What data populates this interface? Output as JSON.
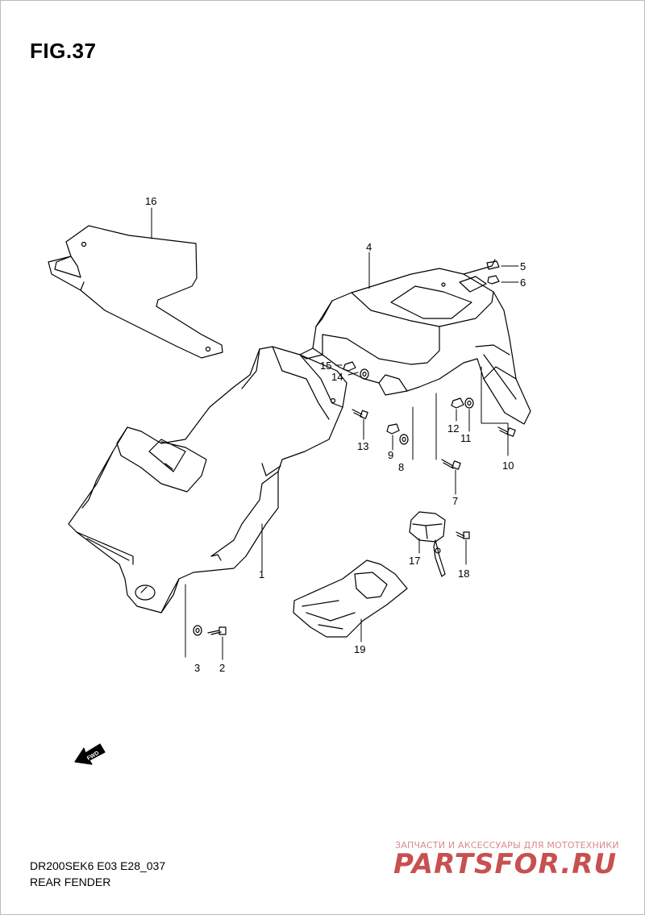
{
  "figure": {
    "title": "FIG.37"
  },
  "callouts": [
    {
      "id": "c1",
      "text": "1"
    },
    {
      "id": "c2",
      "text": "2"
    },
    {
      "id": "c3",
      "text": "3"
    },
    {
      "id": "c4",
      "text": "4"
    },
    {
      "id": "c5",
      "text": "5"
    },
    {
      "id": "c6",
      "text": "6"
    },
    {
      "id": "c7",
      "text": "7"
    },
    {
      "id": "c8",
      "text": "8"
    },
    {
      "id": "c9",
      "text": "9"
    },
    {
      "id": "c10",
      "text": "10"
    },
    {
      "id": "c11",
      "text": "11"
    },
    {
      "id": "c12",
      "text": "12"
    },
    {
      "id": "c13",
      "text": "13"
    },
    {
      "id": "c14",
      "text": "14"
    },
    {
      "id": "c15",
      "text": "15"
    },
    {
      "id": "c16",
      "text": "16"
    },
    {
      "id": "c17",
      "text": "17"
    },
    {
      "id": "c18",
      "text": "18"
    },
    {
      "id": "c19",
      "text": "19"
    }
  ],
  "fwd_arrow": {
    "label": "FWD"
  },
  "footer": {
    "code": "DR200SEK6 E03 E28_037",
    "name": "REAR FENDER"
  },
  "watermark": {
    "tagline": "ЗАПЧАСТИ И АКСЕССУАРЫ ДЛЯ МОТОТЕХНИКИ",
    "brand": "PARTSFOR.RU",
    "color": "#c85050"
  }
}
